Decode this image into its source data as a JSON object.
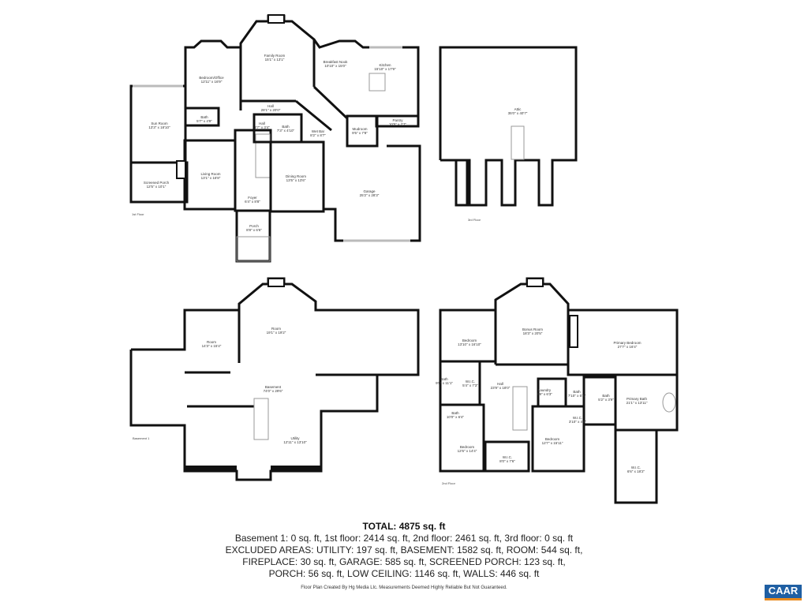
{
  "floors": {
    "first": {
      "label": "1st Floor",
      "rooms": [
        {
          "name": "Family Room",
          "dims": "15'1\" x 13'1\""
        },
        {
          "name": "Bedroom/Office",
          "dims": "12'11\" x 16'9\""
        },
        {
          "name": "Breakfast Nook",
          "dims": "10'10\" x 15'0\""
        },
        {
          "name": "Kitchen",
          "dims": "15'10\" x 17'9\""
        },
        {
          "name": "Hall",
          "dims": "28'1\" x 20'0\""
        },
        {
          "name": "Bath",
          "dims": "5'7\" x 4'9\""
        },
        {
          "name": "Sun Room",
          "dims": "13'3\" x 18'10\""
        },
        {
          "name": "Hall",
          "dims": "3'7\" x 3'4\""
        },
        {
          "name": "Bath",
          "dims": "7'3\" x 4'10\""
        },
        {
          "name": "Wet Bar",
          "dims": "8'2\" x 8'7\""
        },
        {
          "name": "Mudroom",
          "dims": "9'5\" x 7'8\""
        },
        {
          "name": "Pantry",
          "dims": "10'5\" x 2'7\""
        },
        {
          "name": "Screened Porch",
          "dims": "12'5\" x 10'1\""
        },
        {
          "name": "Living Room",
          "dims": "13'1\" x 16'8\""
        },
        {
          "name": "Dining Room",
          "dims": "13'5\" x 13'6\""
        },
        {
          "name": "Foyer",
          "dims": "6'4\" x 8'8\""
        },
        {
          "name": "Garage",
          "dims": "25'2\" x 28'3\""
        },
        {
          "name": "Porch",
          "dims": "8'8\" x 6'6\""
        }
      ]
    },
    "third": {
      "label": "3rd Floor",
      "rooms": [
        {
          "name": "Attic",
          "dims": "35'0\" x 40'7\""
        }
      ]
    },
    "basement": {
      "label": "Basement 1",
      "rooms": [
        {
          "name": "Room",
          "dims": "19'1\" x 19'2\""
        },
        {
          "name": "Room",
          "dims": "14'3\" x 15'4\""
        },
        {
          "name": "Basement",
          "dims": "74'0\" x 29'6\""
        },
        {
          "name": "Utility",
          "dims": "12'11\" x 13'10\""
        }
      ]
    },
    "second": {
      "label": "2nd Floor",
      "rooms": [
        {
          "name": "Bedroom",
          "dims": "13'10\" x 16'10\""
        },
        {
          "name": "Bonus Room",
          "dims": "18'3\" x 20'5\""
        },
        {
          "name": "Primary Bedroom",
          "dims": "27'7\" x 16'4\""
        },
        {
          "name": "Bath",
          "dims": "9'8\" x 11'1\""
        },
        {
          "name": "W.I.C.",
          "dims": "5'4\" x 7'3\""
        },
        {
          "name": "Hall",
          "dims": "23'9\" x 18'0\""
        },
        {
          "name": "Laundry",
          "dims": "3'9\" x 6'3\""
        },
        {
          "name": "Bath",
          "dims": "7'10\" x 6'3\""
        },
        {
          "name": "Bath",
          "dims": "5'2\" x 3'9\""
        },
        {
          "name": "Primary Bath",
          "dims": "21'1\" x 13'11\""
        },
        {
          "name": "Bath",
          "dims": "10'0\" x 6'4\""
        },
        {
          "name": "W.I.C.",
          "dims": "3'10\" x 4'9\""
        },
        {
          "name": "Bedroom",
          "dims": "12'6\" x 14'4\""
        },
        {
          "name": "W.I.C.",
          "dims": "8'0\" x 7'6\""
        },
        {
          "name": "Bedroom",
          "dims": "12'7\" x 15'11\""
        },
        {
          "name": "W.I.C.",
          "dims": "6'6\" x 18'2\""
        }
      ]
    }
  },
  "summary": {
    "total": "TOTAL: 4875 sq. ft",
    "line1": "Basement 1: 0 sq. ft, 1st floor: 2414 sq. ft, 2nd floor: 2461 sq. ft, 3rd floor: 0 sq. ft",
    "line2": "EXCLUDED AREAS: UTILITY: 197 sq. ft, BASEMENT: 1582 sq. ft, ROOM: 544 sq. ft,",
    "line3": "FIREPLACE: 30 sq. ft, GARAGE: 585 sq. ft, SCREENED PORCH: 123 sq. ft,",
    "line4": "PORCH: 56 sq. ft, LOW CEILING: 1146 sq. ft, WALLS: 446 sq. ft",
    "credit": "Floor Plan Created By Hg Media Llc. Measurements Deemed Highly Reliable But Not Guaranteed."
  },
  "logo": {
    "text": "CAAR",
    "colors": {
      "primary": "#1f5fa3",
      "accent": "#e8891d"
    }
  }
}
